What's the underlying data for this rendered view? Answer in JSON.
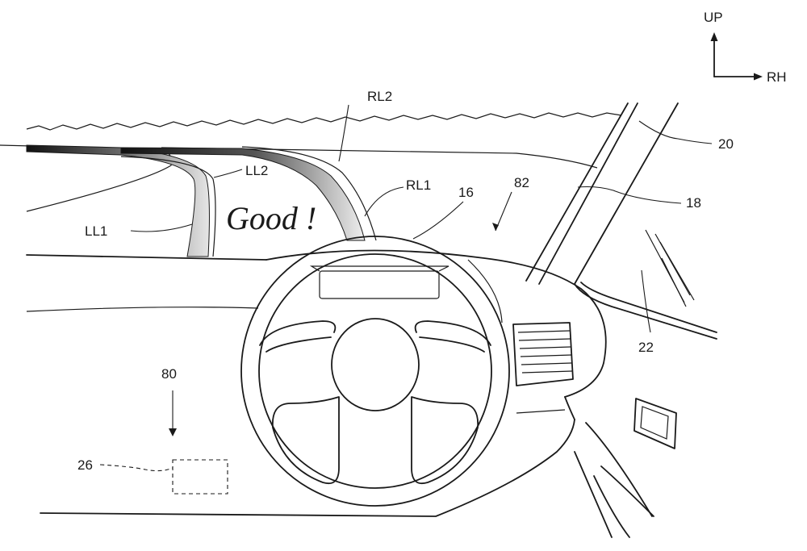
{
  "labels": {
    "up": "UP",
    "rh": "RH",
    "rl2": "RL2",
    "ll2": "LL2",
    "rl1": "RL1",
    "ll1": "LL1",
    "n16": "16",
    "n82": "82",
    "n20": "20",
    "n18": "18",
    "n22": "22",
    "n80": "80",
    "n26": "26"
  },
  "display_message": "Good !",
  "colors": {
    "line": "#1a1a1a",
    "background": "#ffffff"
  }
}
